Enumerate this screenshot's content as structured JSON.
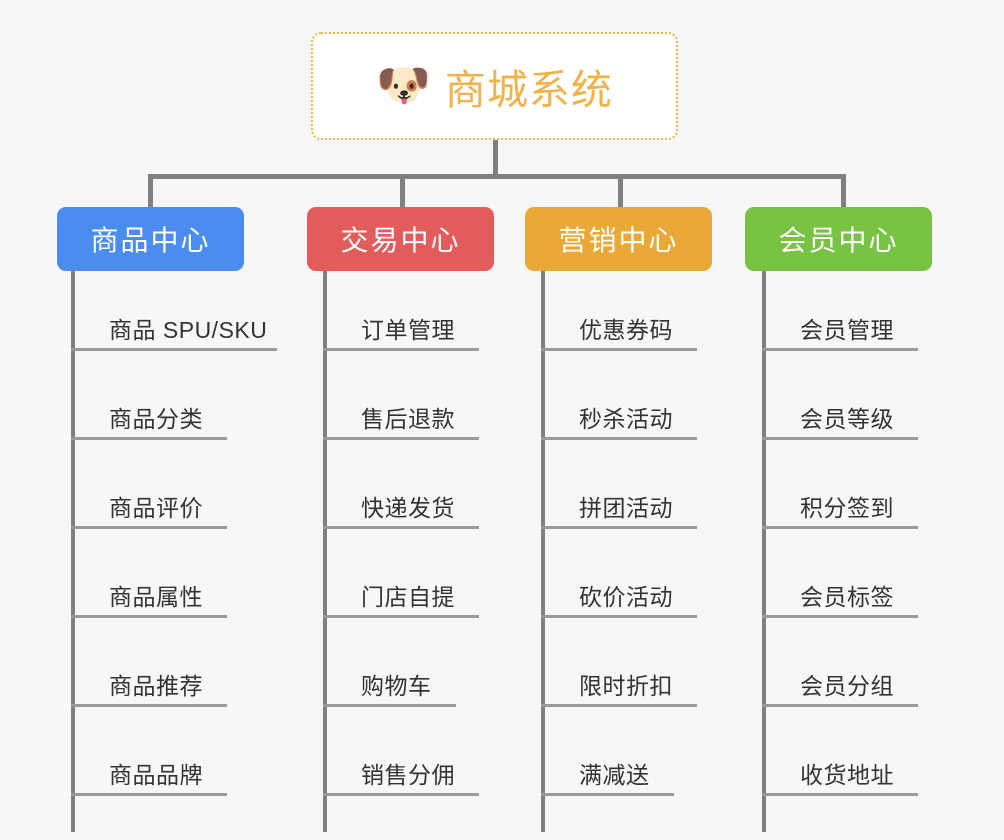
{
  "diagram": {
    "title": "商城系统",
    "background_color": "#f7f7f7",
    "connector_color": "#808080",
    "root": {
      "label": "商城系统",
      "icon": "dog-face-emoji",
      "emoji": "🐶",
      "text_color": "#f0b24a",
      "border_color": "#f0b24a",
      "background_color": "#ffffff",
      "border_style": "dotted"
    },
    "branches": [
      {
        "label": "商品中心",
        "color": "#4a8cf0",
        "items": [
          "商品 SPU/SKU",
          "商品分类",
          "商品评价",
          "商品属性",
          "商品推荐",
          "商品品牌"
        ]
      },
      {
        "label": "交易中心",
        "color": "#e25c5c",
        "items": [
          "订单管理",
          "售后退款",
          "快递发货",
          "门店自提",
          "购物车",
          "销售分佣"
        ]
      },
      {
        "label": "营销中心",
        "color": "#eaa937",
        "items": [
          "优惠券码",
          "秒杀活动",
          "拼团活动",
          "砍价活动",
          "限时折扣",
          "满减送"
        ]
      },
      {
        "label": "会员中心",
        "color": "#78c244",
        "items": [
          "会员管理",
          "会员等级",
          "积分签到",
          "会员标签",
          "会员分组",
          "收货地址"
        ]
      }
    ]
  }
}
